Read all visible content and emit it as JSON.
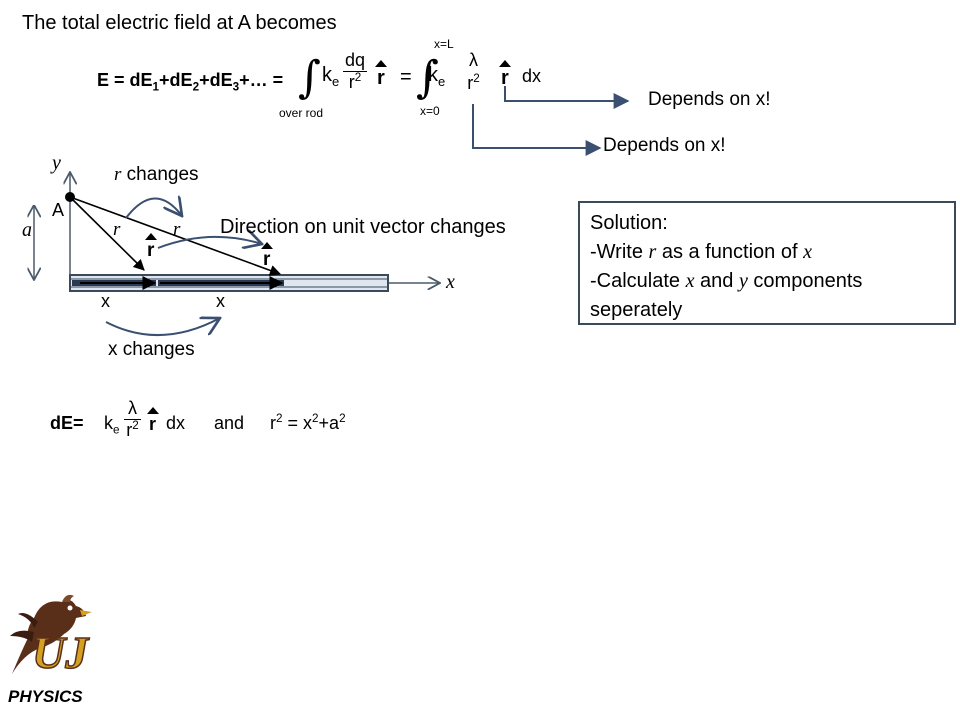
{
  "slide": {
    "title": "The total electric field at A becomes",
    "eq1": {
      "lhs": "E = dE",
      "s1": "1",
      "p1": "+dE",
      "s2": "2",
      "p2": "+dE",
      "s3": "3",
      "p3": "+… =",
      "k": "k",
      "k_sub": "e",
      "dq": "dq",
      "r2_base": "r",
      "r2_exp": "2",
      "rhat": "r",
      "eq": "=",
      "over_rod": "over rod",
      "upper": "x=L",
      "lower": "x=0",
      "lambda": "λ",
      "dx": "dx"
    },
    "depends_1": "Depends on x!",
    "depends_2": "Depends on x!",
    "diagram": {
      "y_axis": "y",
      "x_axis": "x",
      "point": "A",
      "a_label": "a",
      "r_changes_r": "r",
      "r_changes_text": " changes",
      "r_label_1": "r",
      "r_label_2": "r",
      "rhat_1": "r",
      "rhat_2": "r",
      "direction_text": "Direction on unit vector changes",
      "x_label_1": "x",
      "x_label_2": "x",
      "x_changes": "x changes"
    },
    "solution": {
      "line1": "Solution:",
      "line2_a": "-Write ",
      "line2_r": "r",
      "line2_b": " as a function of ",
      "line2_x": "x",
      "line3_a": "-Calculate ",
      "line3_x": "x",
      "line3_b": " and ",
      "line3_y": "y",
      "line3_c": " components",
      "line4": "seperately"
    },
    "eq2": {
      "lhs": "dE=",
      "k": "k",
      "k_sub": "e",
      "lambda": "λ",
      "r2_base": "r",
      "r2_exp": "2",
      "rhat": "r",
      "dx": "dx",
      "and": "and",
      "r2": "r",
      "r2_exp2": "2",
      "rhs": " = x",
      "x_exp": "2",
      "plus": "+a",
      "a_exp": "2"
    },
    "logo": {
      "text": "PHYSICS",
      "emblem": "uj-bird-logo"
    }
  }
}
